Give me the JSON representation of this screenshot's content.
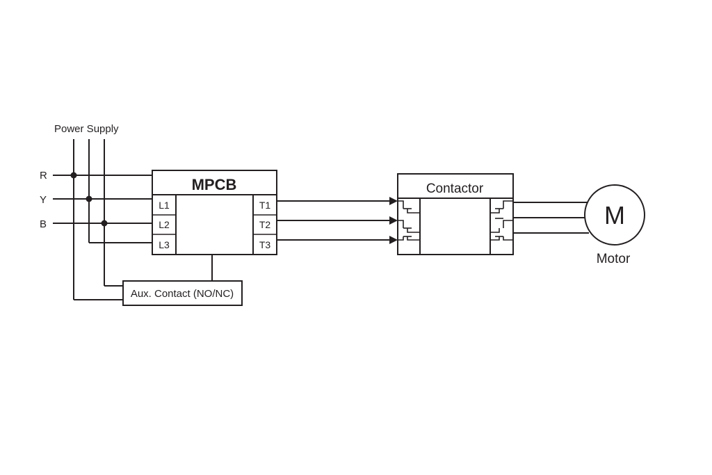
{
  "title": "Power Supply",
  "phases": [
    "R",
    "Y",
    "B"
  ],
  "mpcb": {
    "title": "MPCB",
    "inputs": [
      "L1",
      "L2",
      "L3"
    ],
    "outputs": [
      "T1",
      "T2",
      "T3"
    ]
  },
  "aux_contact": "Aux. Contact (NO/NC)",
  "contactor": {
    "title": "Contactor"
  },
  "motor": {
    "symbol": "M",
    "label": "Motor"
  },
  "colors": {
    "line": "#231f20",
    "background": "#ffffff"
  }
}
